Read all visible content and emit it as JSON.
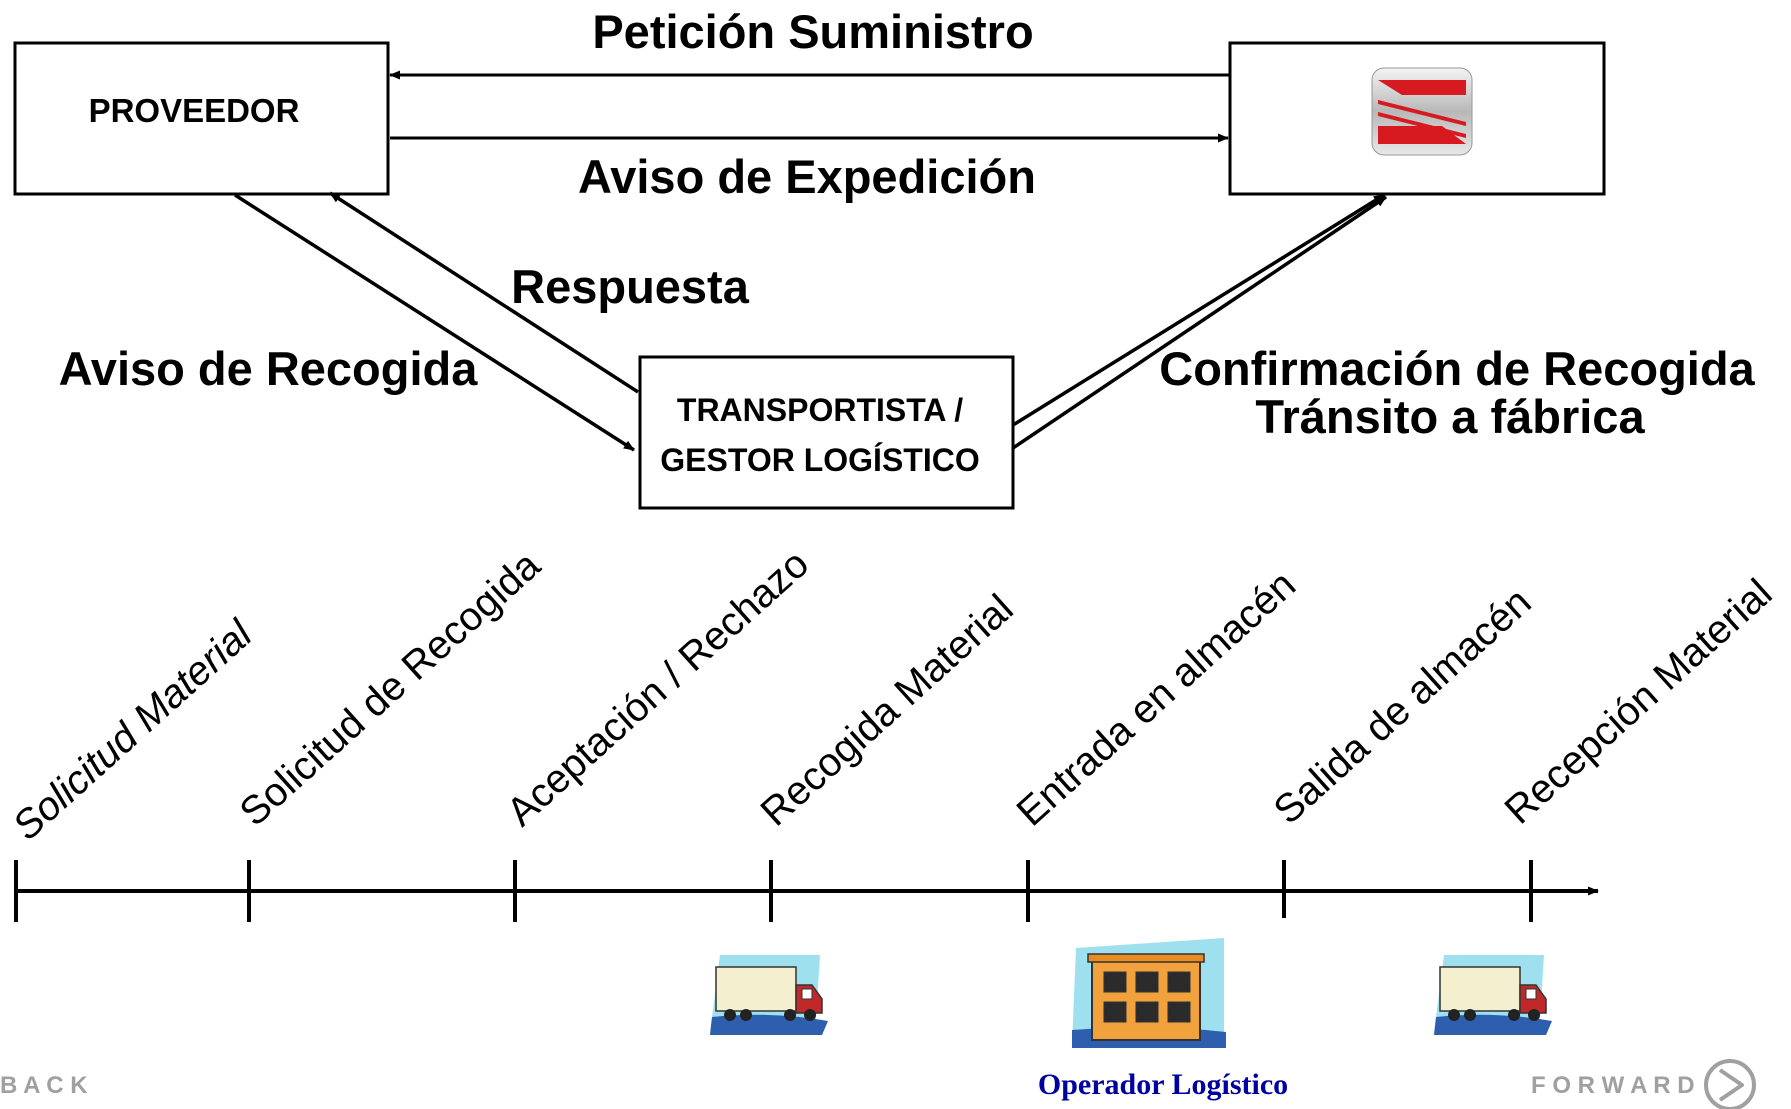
{
  "boxes": {
    "proveedor": "PROVEEDOR",
    "transportista_line1": "TRANSPORTISTA /",
    "transportista_line2": "GESTOR LOGÍSTICO"
  },
  "arrows": {
    "peticion": "Petición Suministro",
    "aviso_expedicion": "Aviso de Expedición",
    "respuesta": "Respuesta",
    "aviso_recogida": "Aviso de Recogida",
    "confirmacion_line1": "Confirmación de Recogida",
    "confirmacion_line2": "Tránsito a fábrica"
  },
  "timeline": {
    "steps": [
      "Solicitud Material",
      "Solicitud de Recogida",
      "Aceptación / Rechazo",
      "Recogida Material",
      "Entrada en almacén",
      "Salida de almacén",
      "Recepción Material"
    ]
  },
  "footer": {
    "operador": "Operador Logístico",
    "back": "B A C K",
    "forward": "F O R W A R D"
  },
  "colors": {
    "seat_red": "#d71920",
    "link_blue": "#0000a0",
    "nav_gray": "#a0a0a0",
    "building_orange": "#f2a23c",
    "sky_cyan": "#9fe0ee"
  },
  "icons": [
    "seat-logo-icon",
    "truck-icon",
    "warehouse-icon",
    "forward-arrow-icon"
  ]
}
